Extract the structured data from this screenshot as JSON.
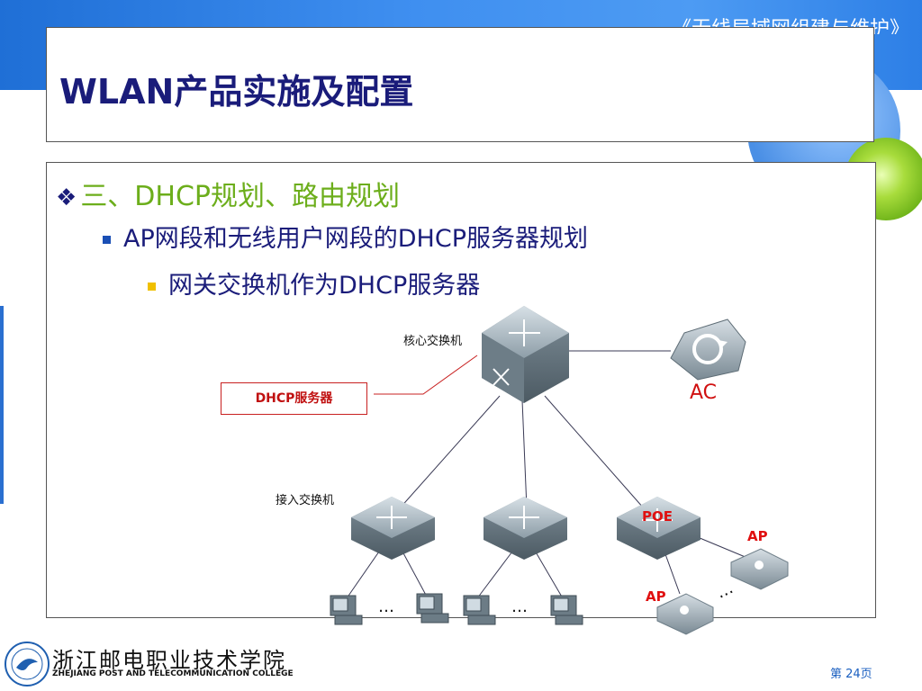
{
  "header": {
    "course_title": "《无线局域网组建与维护》",
    "slide_title": "WLAN产品实施及配置"
  },
  "content": {
    "level1": "三、DHCP规划、路由规划",
    "level2": "AP网段和无线用户网段的DHCP服务器规划",
    "level3": "网关交换机作为DHCP服务器"
  },
  "diagram": {
    "core_switch_label": "核心交换机",
    "dhcp_callout": "DHCP服务器",
    "ac_label": "AC",
    "access_switch_label": "接入交换机",
    "poe_label": "POE",
    "ap_label_1": "AP",
    "ap_label_2": "AP",
    "dots": "…"
  },
  "footer": {
    "school_cn": "浙江邮电职业技术学院",
    "school_en": "ZHEJIANG POST AND TELECOMMUNICATION COLLEGE",
    "page": "第 24页"
  },
  "colors": {
    "title": "#1a1c7a",
    "accent_green": "#6cae1b",
    "red": "#d01010",
    "blue_band": "#3f8ff0"
  }
}
